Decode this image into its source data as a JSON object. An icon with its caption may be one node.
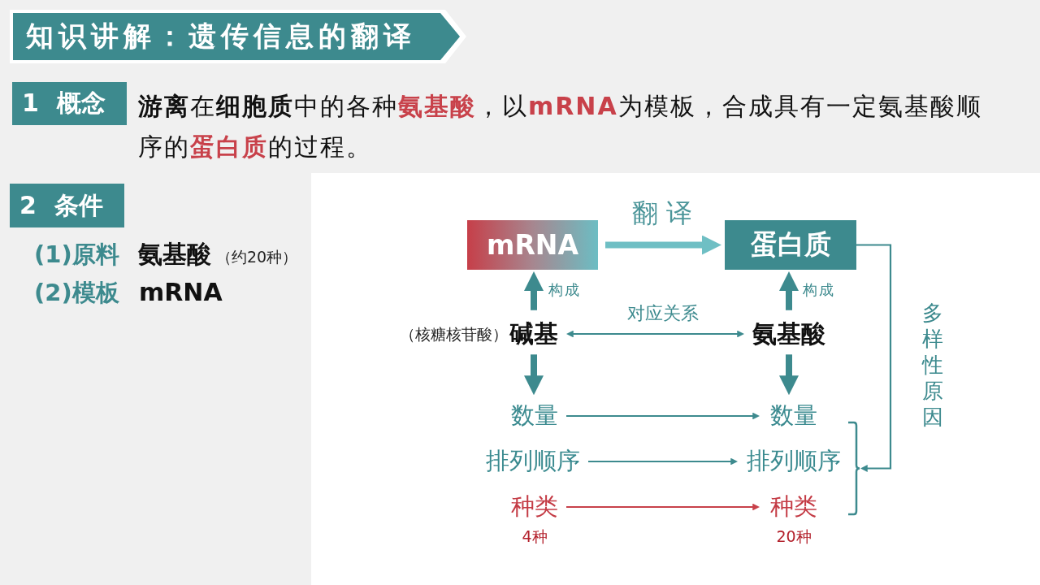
{
  "diagram": {
    "title": "知识讲解：遗传信息的翻译",
    "nodes": [
      {
        "text": [
          "1 概念"
        ]
      },
      {
        "text": [
          "2 条件"
        ]
      },
      {
        "text": [
          "mRNA"
        ]
      },
      {
        "text": [
          "蛋白质"
        ]
      },
      {
        "text": [
          "碱基"
        ],
        "beside": [
          "（核糖核苷酸）"
        ]
      },
      {
        "text": [
          "氨基酸"
        ]
      },
      {
        "text": [
          "数量"
        ]
      },
      {
        "text": [
          "数量"
        ]
      },
      {
        "text": [
          "排列顺序"
        ]
      },
      {
        "text": [
          "排列顺序"
        ]
      },
      {
        "text": [
          "种类"
        ],
        "beside": [
          "4种"
        ]
      },
      {
        "text": [
          "种类"
        ],
        "beside": [
          "20种"
        ]
      },
      {
        "text": [],
        "shape": "bracket"
      }
    ],
    "edges": [
      {
        "from": 2,
        "to": 3,
        "arrow": "to",
        "label": "翻译",
        "style": "thick",
        "color": "#6fbfc4"
      },
      {
        "from": 4,
        "to": 2,
        "arrow": "to",
        "label": "构成",
        "style": "thick"
      },
      {
        "from": 5,
        "to": 3,
        "arrow": "to",
        "label": "构成",
        "style": "thick"
      },
      {
        "from": 4,
        "to": 5,
        "arrow": "both",
        "label": "对应关系"
      },
      {
        "from": 4,
        "to": 6,
        "arrow": "to",
        "style": "thick"
      },
      {
        "from": 5,
        "to": 7,
        "arrow": "to",
        "style": "thick"
      },
      {
        "from": 6,
        "to": 7,
        "arrow": "to"
      },
      {
        "from": 8,
        "to": 9,
        "arrow": "to"
      },
      {
        "from": 10,
        "to": 11,
        "arrow": "to",
        "color": "#c8414a"
      },
      {
        "from": 3,
        "to": 12,
        "arrow": "to",
        "label": "多样性原因"
      }
    ],
    "labels": [
      "**游离**在**细胞质**中的各种**氨基酸**，以**mRNA**为模板，合成具有一定氨基酸顺序的**蛋白质**的过程。",
      "(1)原料",
      "氨基酸",
      "（约20种）",
      "(2)模板",
      "mRNA"
    ]
  }
}
